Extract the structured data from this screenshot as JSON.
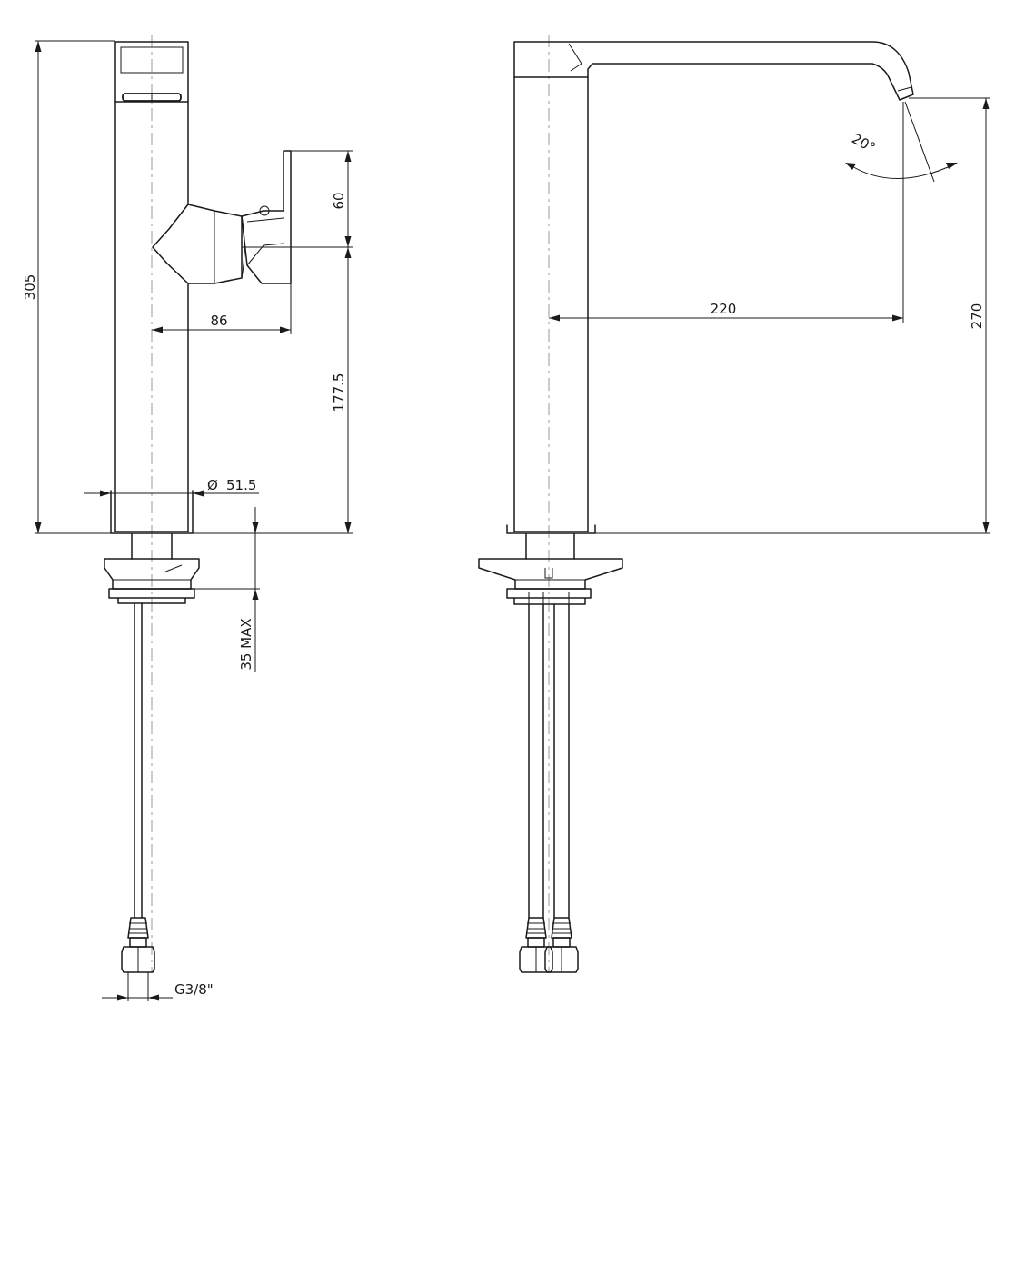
{
  "drawing": {
    "dimensions": {
      "total_height": "305",
      "handle_height": "60",
      "handle_reach": "86",
      "handle_axis_height": "177.5",
      "body_diameter_symbol": "Ø",
      "body_diameter": "51.5",
      "deck_thickness": "35 MAX",
      "hose_thread": "G3/8\"",
      "spout_reach": "220",
      "spout_height": "270",
      "swivel_angle": "20°"
    }
  }
}
